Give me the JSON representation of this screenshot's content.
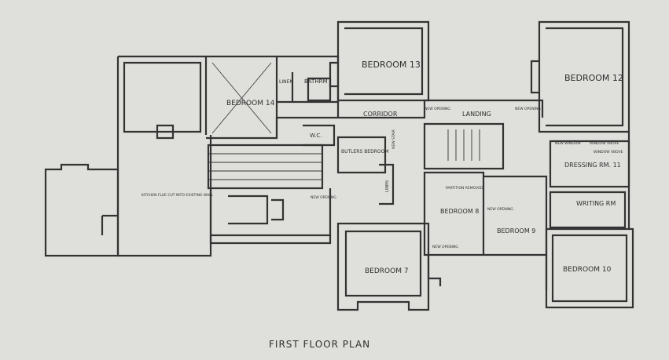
{
  "plan": {
    "title": "FIRST FLOOR PLAN",
    "rooms": {
      "bedroom_13": "BEDROOM 13",
      "bedroom_12": "BEDROOM 12",
      "bedroom_14": "BEDROOM 14",
      "linen": "LINEN",
      "bathroom": "BATHRM",
      "corridor": "CORRIDOR",
      "landing": "LANDING",
      "wc": "W.C.",
      "butlers_bedroom": "BUTLERS BEDROOM",
      "linen_vertical": "LINEN",
      "dressing_rm_11": "DRESSING RM. 11",
      "writing_rm": "WRITING RM",
      "bedroom_8": "BEDROOM 8",
      "bedroom_9": "BEDROOM 9",
      "bedroom_7": "BEDROOM 7",
      "bedroom_10": "BEDROOM 10"
    },
    "notes": {
      "new_opening_1": "NEW OPENING",
      "new_opening_2": "NEW OPENING",
      "new_opening_3": "NEW OPENING",
      "new_opening_4": "NEW OPENING",
      "new_opening_5": "NEW OPENING",
      "partition_removed": "PARTITION REMOVED",
      "kitchen_flue": "KITCHEN FLUE CUT INTO EXISTING WALL",
      "window_1": "NEW WINDOW",
      "window_2": "WINDOW ABOVE",
      "window_3": "WINDOW ABOVE",
      "stair_note": "NEW STAIR"
    }
  }
}
